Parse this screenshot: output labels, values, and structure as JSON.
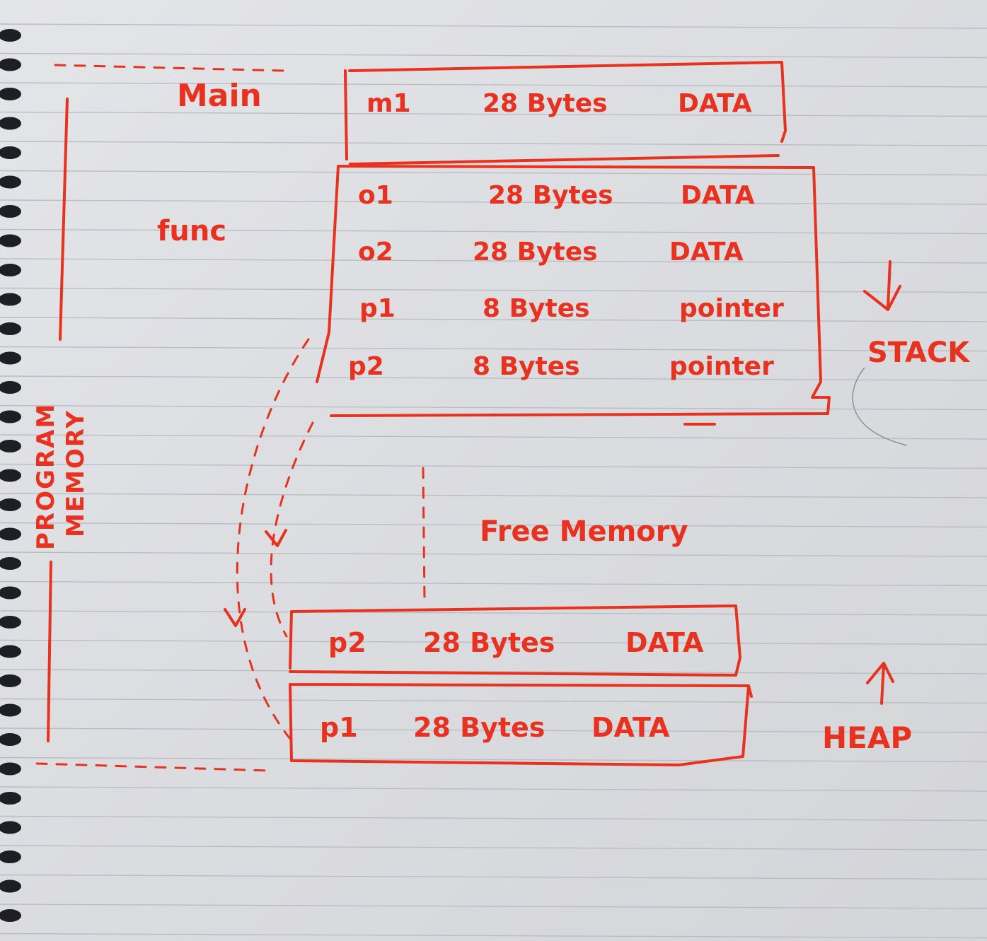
{
  "main_label": "Main",
  "func_label": "func",
  "stack_label": "STACK",
  "heap_label": "HEAP",
  "free_memory_label": "Free Memory",
  "program_memory_label": [
    "PROGRAM",
    "MEMORY"
  ],
  "main_frame": [
    {
      "name": "m1",
      "size": "28 Bytes",
      "type": "DATA"
    }
  ],
  "func_frame": [
    {
      "name": "o1",
      "size": "28 Bytes",
      "type": "DATA"
    },
    {
      "name": "o2",
      "size": "28 Bytes",
      "type": "DATA"
    },
    {
      "name": "p1",
      "size": "8 Bytes",
      "type": "pointer"
    },
    {
      "name": "p2",
      "size": "8 Bytes",
      "type": "pointer"
    }
  ],
  "heap_blocks": [
    {
      "name": "p2",
      "size": "28 Bytes",
      "type": "DATA"
    },
    {
      "name": "p1",
      "size": "28 Bytes",
      "type": "DATA"
    }
  ],
  "ink_color": "#e8321f",
  "paper_color": "#dcdde0"
}
